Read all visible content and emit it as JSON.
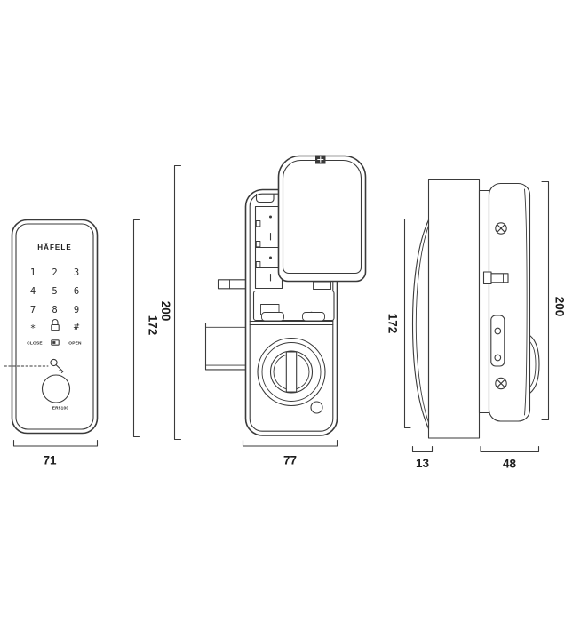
{
  "colors": {
    "line": "#3a3a3a",
    "door_fill": "#b9b9b9",
    "background": "#ffffff"
  },
  "front_view": {
    "brand": "HÄFELE",
    "keys": [
      "1",
      "2",
      "3",
      "4",
      "5",
      "6",
      "7",
      "8",
      "9",
      "*",
      "#"
    ],
    "close_label": "CLOSE",
    "open_label": "OPEN",
    "model": "ER5100",
    "icons": {
      "keypad_center": "padlock-icon",
      "function_center": "battery-icon",
      "leader": "emergency-key-icon"
    }
  },
  "back_view": {
    "icons": {
      "cover_screw": "phillips-screw-icon",
      "compartment": "battery-cells",
      "grip": "thumbturn-grip"
    }
  },
  "side_view": {
    "icons": {
      "screws": "cross-screw-icon",
      "knob": "thumbturn-knob-profile"
    }
  },
  "dimensions": {
    "front": {
      "width": "71",
      "height": "172"
    },
    "back": {
      "width": "77",
      "height": "200"
    },
    "side": {
      "front_depth": "13",
      "back_depth": "48"
    }
  }
}
